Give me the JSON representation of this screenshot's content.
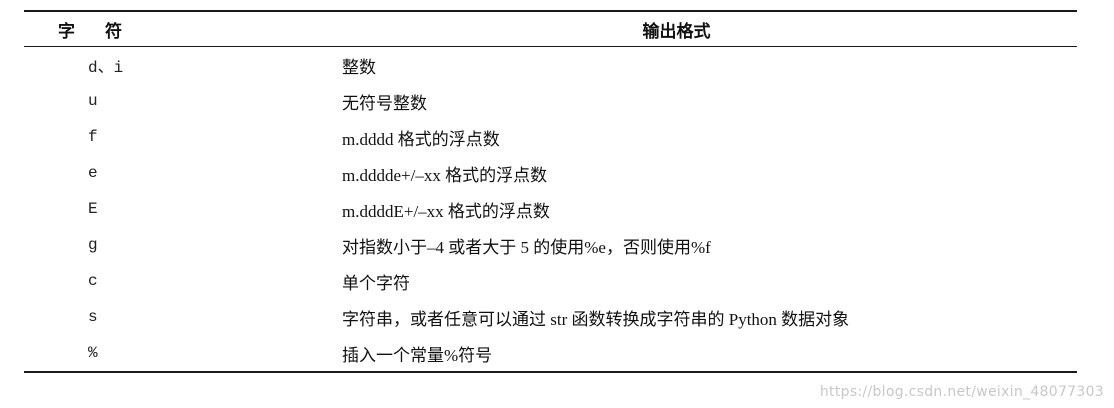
{
  "table": {
    "headers": {
      "char_a": "字",
      "char_b": "符",
      "output": "输出格式"
    },
    "rows": [
      {
        "char": "d、i",
        "output": "整数"
      },
      {
        "char": "u",
        "output": "无符号整数"
      },
      {
        "char": "f",
        "output": "m.dddd 格式的浮点数"
      },
      {
        "char": "e",
        "output": "m.dddde+/–xx 格式的浮点数"
      },
      {
        "char": "E",
        "output": "m.ddddE+/–xx 格式的浮点数"
      },
      {
        "char": "g",
        "output": "对指数小于–4 或者大于 5 的使用%e，否则使用%f"
      },
      {
        "char": "c",
        "output": "单个字符"
      },
      {
        "char": "s",
        "output": "字符串，或者任意可以通过 str 函数转换成字符串的 Python 数据对象"
      },
      {
        "char": "%",
        "output": "插入一个常量%符号"
      }
    ]
  },
  "watermark": "https://blog.csdn.net/weixin_48077303"
}
